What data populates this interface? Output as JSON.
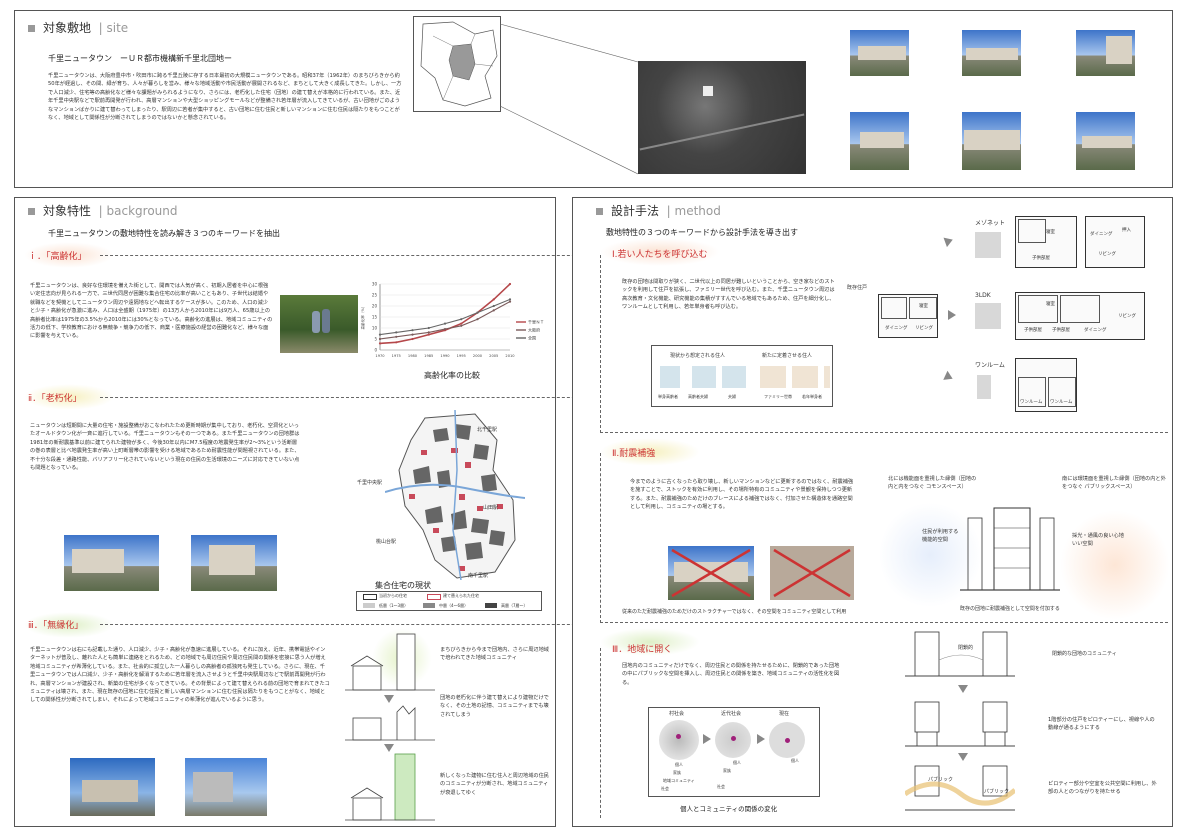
{
  "site": {
    "title_jp": "対象敷地",
    "title_en": "site",
    "subtitle": "千里ニュータウン　ーＵＲ都市機構新千里北団地ー",
    "body": "千里ニュータウンは、大阪府豊中市・吹田市に跨る千里丘陵に存する日本最初の大規模ニュータウンである。昭和37年（1962年）のまちびらきから約50年が経過し、その間、緑が育ち、人々が暮らしを営み、様々な地域活動や市民活動が展開されるなど、まちとして大きく成長してきた。しかし、一方で人口減少、住宅等の高齢化など様々な課題がみられるようになり、さらには、老朽化した住宅（団地）の建て替えが本格的に行われている。また、近年千里中央駅などで駅前再開発が行われ、高層マンションや大型ショッピングモールなどが整備され若年層が流入してきているが、古い団地がごのようなマンションばかりに建て替わってしまったり、駅周辺に若者が集中すると、古い団地に住む住民と新しいマンションに住む住民は隔たりをもつことがなく、地域として関係性が分断されてしまうのではないかと懸念されている。"
  },
  "background": {
    "title_jp": "対象特性",
    "title_en": "background",
    "subtitle": "千里ニュータウンの敷地特性を読み解き３つのキーワードを抽出",
    "kw1": "ｉ．「高齢化」",
    "kw1_body": "千里ニュータウンは、良好な住環境を備えた街として、開西では人気が高く、初期入居者を中心に根強い定住志向が見られる一方で、三世代同居が困難な集合住宅の比率が高いこともあり、子世代は結婚や就職などを契機としてニュータウン周辺や遠隔地などへ転出するケースが多い。このため、人口の減少と少子・高齢化が急激に進み、人口は全盛期（1975年）の13万人から2010年には9万人、65歳以上の高齢者比率は1975年の3.5%から2010年には30%となっている。高齢化の進展は、地域コミュニティの活力の低下、学校教育における無競争・競争力の低下、商業・医療施設の経営の困難化など、様々な面に影響を与えている。",
    "chart_caption": "高齢化率の比較",
    "kw2": "ⅱ．「老朽化」",
    "kw2_body": "ニュータウンは短期間に大量の住宅・施設整備がおこなわれたため更新時期が集中しており、老朽化、空洞化といったオールドタウン化が一斉に進行している。千里ニュータウンもその一つである。また千里ニュータウンの団地群は1981年の新耐震基準以前に建てられた建物が多く、今後30年以内にM7.5程度の地震発生率が2～3%という活断層の巻の表層と比べ地震発生率が高い上町断層帯の影響を受ける地域であるため耐震性能が問題視されている。また、不十分な段差・通路性能、バリアフリー化されていないという現在の住民の生活環境のニーズに対応できていない点も問題となっている。",
    "map_caption": "集合住宅の現状",
    "map_labels": [
      "北千里駅",
      "千里中央駅",
      "山田駅",
      "桃山台駅",
      "南千里駅"
    ],
    "map_legend": [
      "当初からの住宅",
      "建て替えられた住宅",
      "低層（1～3層）",
      "中層（4～6層）",
      "高層（7層～）"
    ],
    "kw3": "ⅲ．「無縁化」",
    "kw3_body": "千里ニュータウンは右にも記載した通り、人口減少、少子・高齢化が急速に進展している。それに加え、近年、携帯電話やインターネットが普及し、離れた人とも簡単に連絡をとれるため、どの地域でも周辺住民や周辺住民間の関係を密接に思う人が増え地域コミュニティが希薄化している。また、社会的に孤立した一人暮らしの高齢者の孤独死も発生している。さらに、現在、千里ニュータウンでは人口減少、少子・高齢化を解消するために若年層を流入させようと千里中央駅周辺などで駅前再開発が行われ、高層マンションが建設され、新築の住宅が多くなってきている。その背景によって建て替えられる前の団地で育まれてきたコミュニティは壊され、また、現在既存の団地に住む住民と新しい高層マンションに住む住民は隔たりをもつことがなく、地域としての関係性が分断されてしまい、それによって地域コミュニティの希薄化が進んでいるように思う。",
    "comm1": "まちびらきから今まで団地内、さらに周辺地域で培われてきた地域コミュニティ",
    "comm2": "団地の老朽化に伴う建て替えにより建物だけでなく、その土地の記憶、コミュニティまでも壊されてしまう",
    "comm3": "新しくなった建物に住む住人と周辺地域の住民のコミュニティが分断され、地域コミュニティが衰退してゆく"
  },
  "aging_chart": {
    "chart_data": {
      "type": "line",
      "title": "高齢化率の比較",
      "xlabel": "",
      "ylabel": "高齢化率（%）",
      "x": [
        "1970",
        "1975",
        "1980",
        "1985",
        "1990",
        "1995",
        "2000",
        "2005",
        "2010"
      ],
      "ylim": [
        0,
        30
      ],
      "yticks": [
        0,
        5,
        10,
        15,
        20,
        25,
        30
      ],
      "series": [
        {
          "name": "千里ＮＴ",
          "color": "#b5474a",
          "values": [
            3,
            3.5,
            5,
            7,
            9,
            12,
            17,
            23,
            30
          ]
        },
        {
          "name": "大阪府",
          "color": "#7a5a5a",
          "values": [
            5,
            6,
            7,
            8,
            9.5,
            11,
            14,
            18,
            22
          ]
        },
        {
          "name": "全国",
          "color": "#666666",
          "values": [
            7,
            8,
            9,
            10,
            12,
            14,
            17,
            20,
            23
          ]
        }
      ]
    }
  },
  "method": {
    "title_jp": "設計手法",
    "title_en": "method",
    "subtitle": "敷地特性の３つのキーワードから設計手法を導き出す",
    "m1": "Ⅰ.若い人たちを呼び込む",
    "m1_body": "既存の団地は間取りが狭く、二世代以上の同居が難しいということから、空き家などのストックを利用して住戸を拡張し、ファミリー世代を呼び込む。また、千里ニュータウン周辺は高次教育・文化機能、研究機能の集積がすすんでいる地域でもあるため、住戸を細分化し、ワンルームとして利用し、若年単身者も呼び込む。",
    "existing_label": "既存住戸",
    "resident_now": "現状から想定される住人",
    "resident_new": "新たに定着させる住人",
    "resident_types": [
      "単身高齢者",
      "高齢者夫婦",
      "夫婦",
      "ファミリー世帯",
      "若年単身者"
    ],
    "types": [
      "メゾネット",
      "3LDK",
      "ワンルーム"
    ],
    "room_labels": {
      "dk": "ダイニング",
      "lv": "リビング",
      "bed": "寝室",
      "kid": "子供部屋",
      "store": "押入"
    },
    "m2": "Ⅱ.耐震補強",
    "m2_body": "今までのように古くなったら取り壊し、新しいマンションなどに更新するのではなく、耐震補強を施すことで、ストックを有効に利用し、その場所特有のコミュニティや景観を保持しつつ更新する。また、耐震補強のためだけのブレースによる補強ではなく、付加させた構造体を通路空間として利用し、コミュニティの場とする。",
    "m2_caption1": "従来のただ耐震補強のためだけのストラクチャーではなく、その空間をコミュニティ空間として利用",
    "m2_caption2": "既存の団地に耐震補強として空間を付加する",
    "north_label": "北には機能面を重視した縁側（団地の内と内をつなぐ コモンスペース）",
    "south_label": "南には環境面を重視した縁側（団地の内と外をつなぐ パブリックスペース）",
    "living_label": "住民が利用する機能的空間",
    "sunny_label": "採光・通風の良い心地いい空間",
    "m3": "Ⅲ．地域に開く",
    "m3_body": "団地内のコミュニティだけでなく、周辺住民との関係を持たせるために、閉鎖的であった団地の中にパブリックな空間を挿入し、周辺住民との関係を築き、地域コミュニティの活性化を図る。",
    "rel_caption": "個人とコミュニティの関係の変化",
    "rel_stages": [
      "村社会",
      "近代社会",
      "現在"
    ],
    "rel_words": [
      "個人",
      "家族",
      "地域コミュニティ",
      "社会"
    ],
    "closed_label": "閉鎖的",
    "step1": "閉鎖的な団地のコミュニティ",
    "step2": "1階部分の住戸をピロティーにし、視線や人の動線が通るようにする",
    "step3": "ピロティー部分や空室を公共空間に利用し、外部の人とのつながりを持たせる",
    "public_label": "パブリック"
  }
}
